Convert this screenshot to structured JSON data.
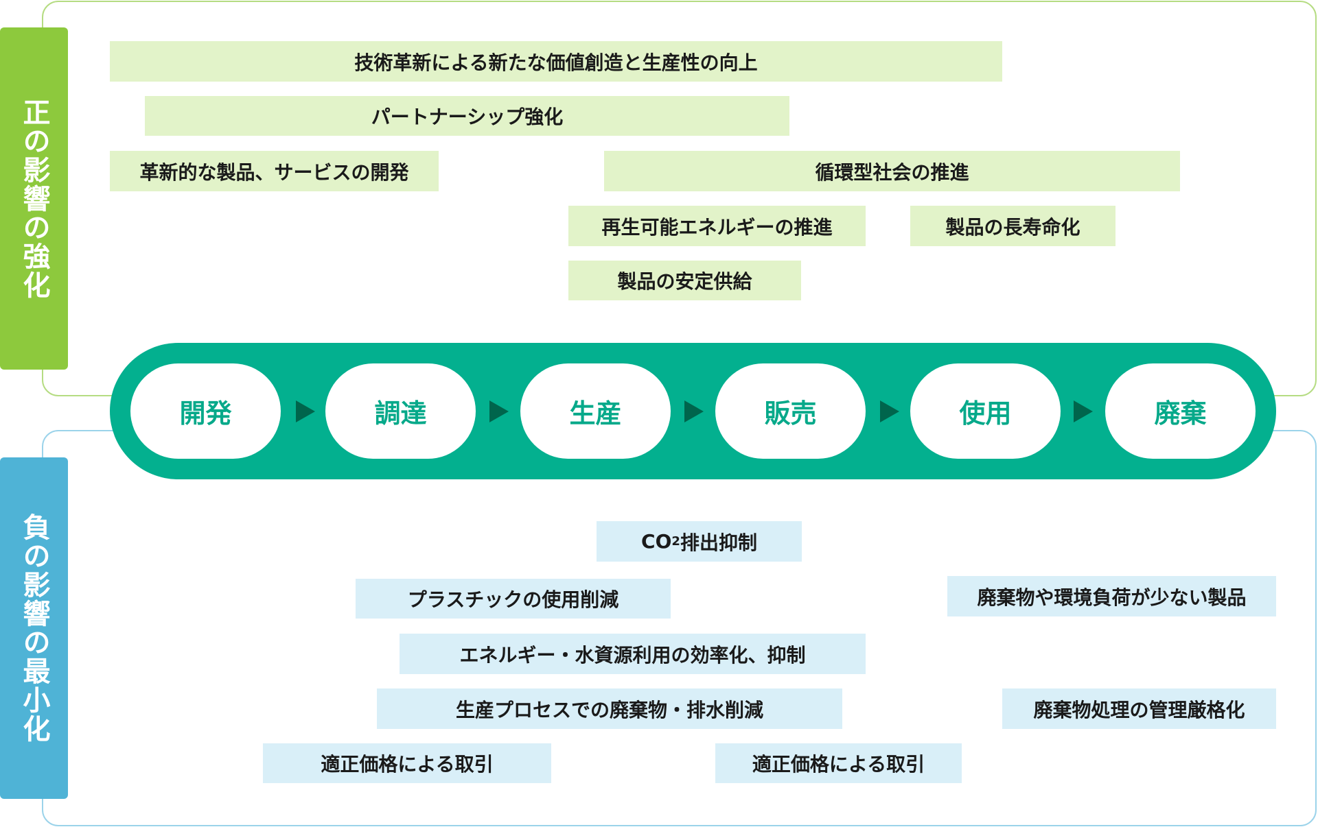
{
  "positive": {
    "label": "正の影響の強化",
    "items": [
      "技術革新による新たな価値創造と生産性の向上",
      "パートナーシップ強化",
      "革新的な製品、サービスの開発",
      "循環型社会の推進",
      "再生可能エネルギーの推進",
      "製品の長寿命化",
      "製品の安定供給"
    ]
  },
  "negative": {
    "label": "負の影響の最小化",
    "co2": {
      "prefix": "CO",
      "sub": "2",
      "suffix": "排出抑制"
    },
    "items": [
      "プラスチックの使用削減",
      "廃棄物や環境負荷が少ない製品",
      "エネルギー・水資源利用の効率化、抑制",
      "生産プロセスでの廃棄物・排水削減",
      "廃棄物処理の管理厳格化",
      "適正価格による取引",
      "適正価格による取引"
    ]
  },
  "stages": [
    "開発",
    "調達",
    "生産",
    "販売",
    "使用",
    "廃棄"
  ],
  "colors": {
    "positive": "#8dc93d",
    "negative": "#4fb3d6",
    "pipeline": "#03b08f",
    "arrow": "#00654c"
  }
}
